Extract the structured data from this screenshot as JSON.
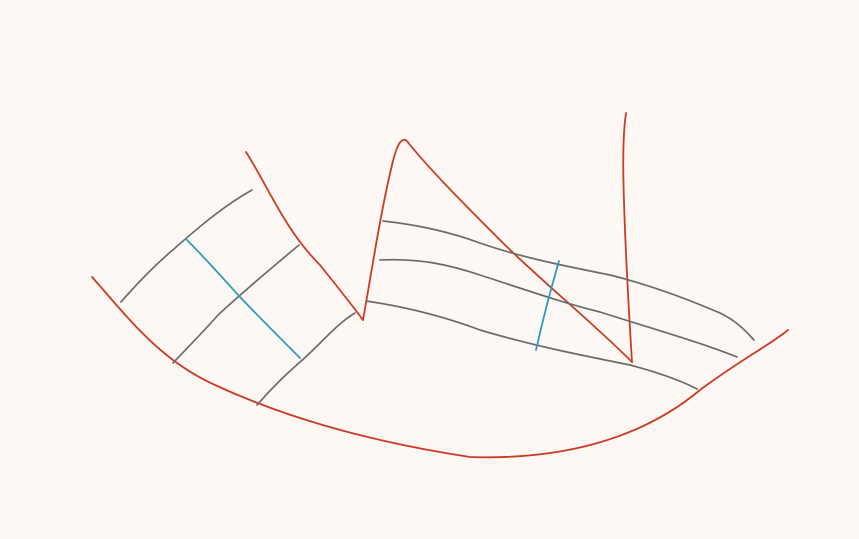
{
  "canvas": {
    "background": "#fdf8f4",
    "colors": {
      "outline": "#cc3b26",
      "grid_line": "#6b6b6b",
      "cross_line": "#2e9bbd"
    }
  },
  "sketch": {
    "description_free": true,
    "stroke_kinds": [
      "outline",
      "grid_line",
      "cross_line"
    ]
  }
}
